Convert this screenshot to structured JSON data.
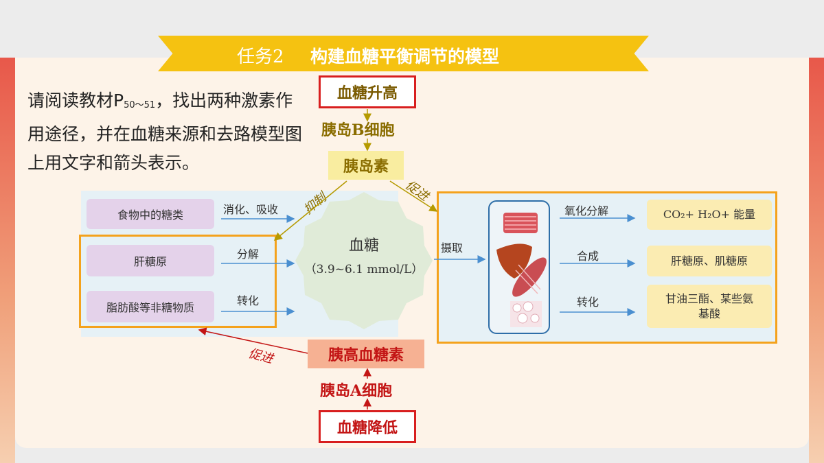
{
  "header": {
    "task_label": "任务2",
    "title": "构建血糖平衡调节的模型"
  },
  "instructions": {
    "before_page": "请阅读教材P",
    "page_sub": "50～51",
    "after_page": "，找出两种激素作用途径，并在血糖来源和去路模型图上用文字和箭头表示。"
  },
  "top_chain": {
    "trigger": "血糖升高",
    "cell": "胰岛B细胞",
    "hormone": "胰岛素",
    "inhibit_label": "抑制",
    "promote_label": "促进"
  },
  "bottom_chain": {
    "trigger": "血糖降低",
    "cell": "胰岛A细胞",
    "hormone": "胰高血糖素",
    "promote_label": "促进"
  },
  "sources": [
    {
      "name": "食物中的糖类",
      "process": "消化、吸收"
    },
    {
      "name": "肝糖原",
      "process": "分解"
    },
    {
      "name": "脂肪酸等非糖物质",
      "process": "转化"
    }
  ],
  "center": {
    "title": "血糖",
    "range": "（3.9~6.1 mmol/L）",
    "uptake_label": "摄取"
  },
  "destinations": [
    {
      "process": "氧化分解",
      "result": "CO₂+ H₂O+ 能量"
    },
    {
      "process": "合成",
      "result": "肝糖原、肌糖原"
    },
    {
      "process": "转化",
      "result": "甘油三酯、某些氨基酸"
    }
  ],
  "organs": [
    "tissue-icon",
    "liver-icon",
    "muscle-icon",
    "fat-cell-icon"
  ],
  "colors": {
    "accent_gold": "#f5c211",
    "frame_orange": "#f4a21c",
    "alert_red": "#d81e1e",
    "arrow_blue": "#4a8fd0"
  }
}
